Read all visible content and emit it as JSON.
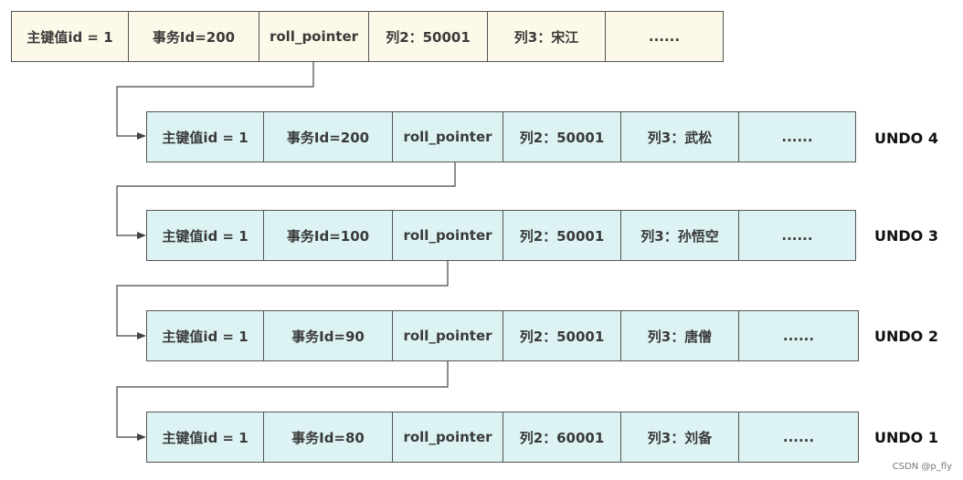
{
  "colors": {
    "current_row_bg": "#fdf9e8",
    "undo_row_bg": "#ddf3f3",
    "border": "#555555",
    "arrow": "#444444"
  },
  "current_record": {
    "cells": [
      "主键值id = 1",
      "事务Id=200",
      "roll_pointer",
      "列2：50001",
      "列3：宋江",
      "......"
    ]
  },
  "undo_records": [
    {
      "label": "UNDO 4",
      "cells": [
        "主键值id = 1",
        "事务Id=200",
        "roll_pointer",
        "列2：50001",
        "列3：武松",
        "......"
      ]
    },
    {
      "label": "UNDO 3",
      "cells": [
        "主键值id = 1",
        "事务Id=100",
        "roll_pointer",
        "列2：50001",
        "列3：孙悟空",
        "......"
      ]
    },
    {
      "label": "UNDO 2",
      "cells": [
        "主键值id = 1",
        "事务Id=90",
        "roll_pointer",
        "列2：50001",
        "列3：唐僧",
        "......"
      ]
    },
    {
      "label": "UNDO 1",
      "cells": [
        "主键值id = 1",
        "事务Id=80",
        "roll_pointer",
        "列2：60001",
        "列3：刘备",
        "......"
      ]
    }
  ],
  "watermark": "CSDN @p_fly"
}
